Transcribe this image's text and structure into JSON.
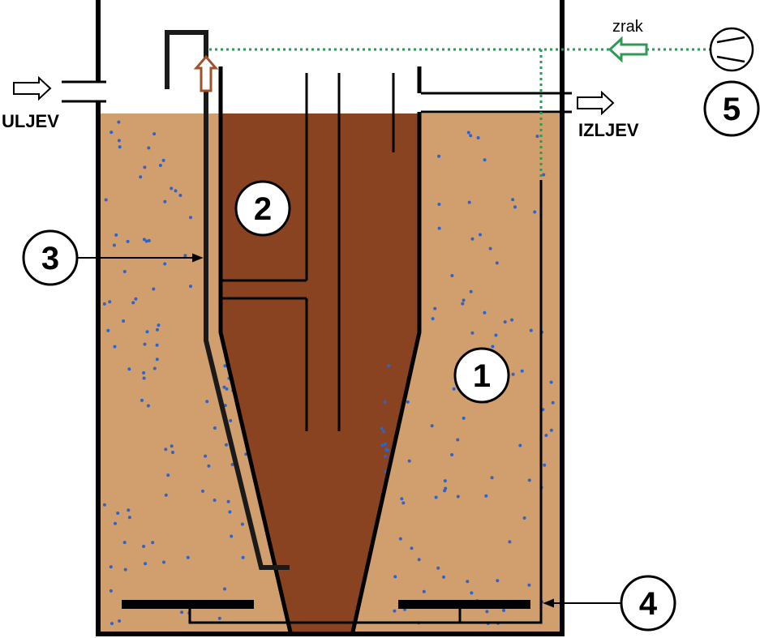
{
  "labels": {
    "inlet": "ULJEV",
    "outlet": "IZLJEV",
    "air": "zrak"
  },
  "markers": {
    "m1": "1",
    "m2": "2",
    "m3": "3",
    "m4": "4",
    "m5": "5"
  },
  "colors": {
    "sludge_tan": "#d19e6e",
    "sludge_dark": "#8a4321",
    "clear_water": "#5a7fd0",
    "air_line": "#2e9a56",
    "lift_arrow": "#a0522d",
    "bubble": "#2f63c8"
  }
}
